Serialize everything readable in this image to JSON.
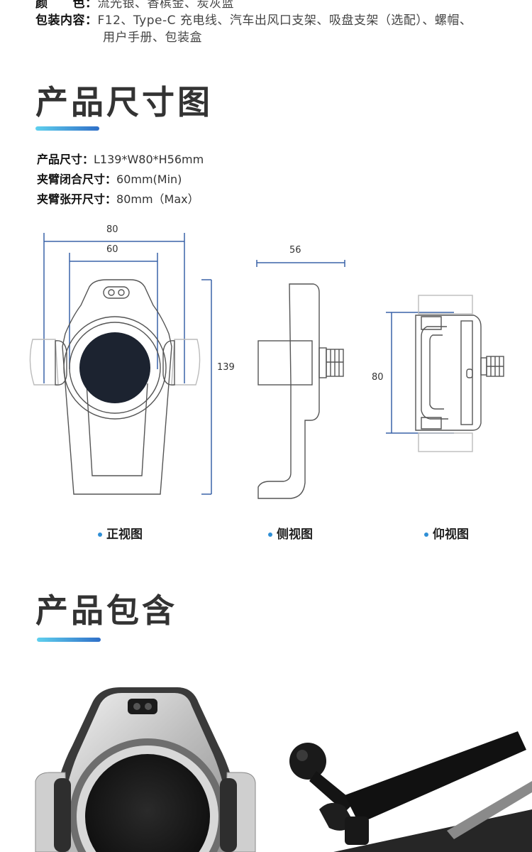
{
  "info": {
    "color_key": "颜　　色：",
    "color_value": "流光银、香槟金、炭灰蓝",
    "package_key": "包装内容：",
    "package_line1": "F12、Type-C 充电线、汽车出风口支架、吸盘支架（选配）、螺帽、",
    "package_line2": "用户手册、包装盒"
  },
  "size_section": {
    "title": "产品尺寸图",
    "spec1_key": "产品尺寸：",
    "spec1_value": "L139*W80*H56mm",
    "spec2_key": "夹臂闭合尺寸：",
    "spec2_value": "60mm(Min)",
    "spec3_key": "夹臂张开尺寸：",
    "spec3_value": "80mm（Max）"
  },
  "dimensions": {
    "front_outer_width": "80",
    "front_inner_width": "60",
    "front_height": "139",
    "side_depth": "56",
    "bottom_width": "80"
  },
  "views": {
    "front": "正视图",
    "side": "侧视图",
    "bottom": "仰视图"
  },
  "contents_section": {
    "title": "产品包含"
  },
  "colors": {
    "accent_start": "#5fd0ee",
    "accent_end": "#2f6fc8",
    "dimension_line": "#3a63a8"
  }
}
